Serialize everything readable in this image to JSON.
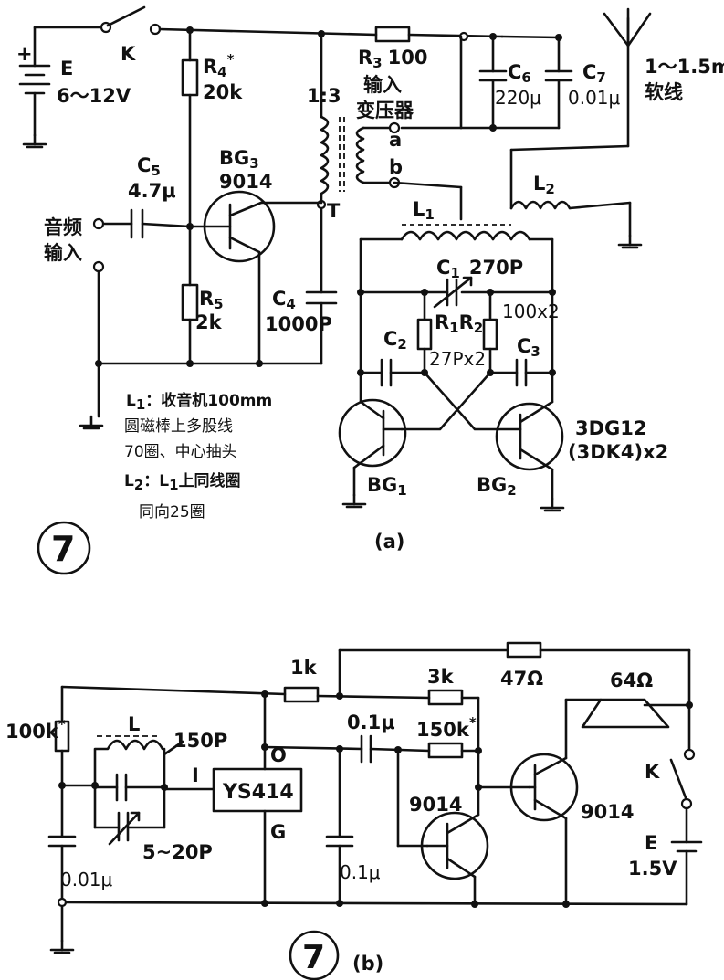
{
  "figure_a": {
    "switch_k": "K",
    "battery_sign": "+",
    "battery_e": "E",
    "battery_voltage": "6～12V",
    "r4_label": "R",
    "r4_sub": "4",
    "r4_star": "*",
    "r4_value": "20k",
    "r3_label": "R",
    "r3_sub": "3",
    "r3_value": "100",
    "transformer_ratio": "1:3",
    "transformer_name_1": "输入",
    "transformer_name_2": "变压器",
    "terminal_a": "a",
    "terminal_b": "b",
    "terminal_t": "T",
    "c6_label": "C",
    "c6_sub": "6",
    "c6_value": "220μ",
    "c7_label": "C",
    "c7_sub": "7",
    "c7_value": "0.01μ",
    "antenna_length": "1～1.5m",
    "antenna_wire": "软线",
    "l2_label": "L",
    "l2_sub": "2",
    "c5_label": "C",
    "c5_sub": "5",
    "c5_value": "4.7μ",
    "bg3_label": "BG",
    "bg3_sub": "3",
    "bg3_model": "9014",
    "audio_in_1": "音频",
    "audio_in_2": "输入",
    "r5_label": "R",
    "r5_sub": "5",
    "r5_value": "2k",
    "c4_label": "C",
    "c4_sub": "4",
    "c4_value": "1000P",
    "l1_label": "L",
    "l1_sub": "1",
    "c1_label": "C",
    "c1_sub": "1",
    "c1_value": "270P",
    "r1_label": "R",
    "r1_sub": "1",
    "r2_label": "R",
    "r2_sub": "2",
    "r12_value": "100x2",
    "c2_label": "C",
    "c2_sub": "2",
    "c3_label": "C",
    "c3_sub": "3",
    "c23_value": "27Px2",
    "bg1_label": "BG",
    "bg1_sub": "1",
    "bg2_label": "BG",
    "bg2_sub": "2",
    "osc_model_1": "3DG12",
    "osc_model_2": "(3DK4)x2",
    "note_l1_head": "L",
    "note_l1_sub": "1",
    "note_l1_text": "：收音机100mm",
    "note_l1_line2": "圆磁棒上多股线",
    "note_l1_line3": "70圈、中心抽头",
    "note_l2_head": "L",
    "note_l2_sub": "2",
    "note_l2_text_a": "：L",
    "note_l2_text_sub": "1",
    "note_l2_text_b": "上同线圈",
    "note_l2_line2": "同向25圈",
    "fig_number": "7",
    "caption": "(a)"
  },
  "figure_b": {
    "r_top_value": "1k",
    "r_mid_value": "3k",
    "r_right_value": "47Ω",
    "r_base_value": "150k",
    "r_base_star": "*",
    "r_left_value": "100k",
    "r_left_star": "*",
    "coil_label": "L",
    "c_tune_fixed": "150P",
    "c_tune_var": "5~20P",
    "c_left_value": "0.01μ",
    "pin_i": "I",
    "pin_o": "O",
    "pin_g": "G",
    "ic_model": "YS414",
    "c_coupling_value": "0.1μ",
    "c_decouple_value": "0.1μ",
    "q1_model": "9014",
    "q2_model": "9014",
    "speaker_value": "64Ω",
    "switch_k": "K",
    "battery_e": "E",
    "battery_voltage": "1.5V",
    "fig_number": "7",
    "caption": "(b)"
  }
}
